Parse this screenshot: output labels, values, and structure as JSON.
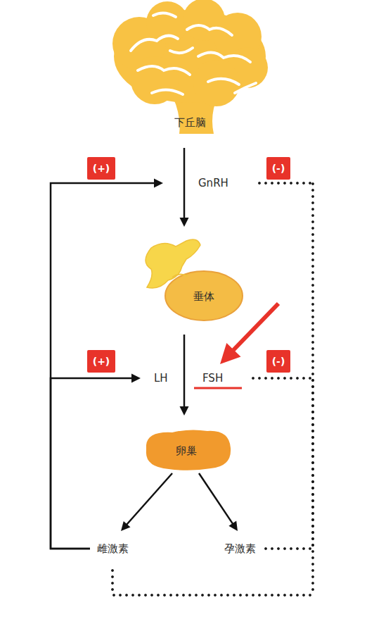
{
  "diagram": {
    "nodes": [
      {
        "text": [
          "下丘脑"
        ]
      },
      {
        "text": [
          "(+)"
        ]
      },
      {
        "text": [
          "GnRH"
        ]
      },
      {
        "text": [
          "(-)"
        ]
      },
      {
        "text": [
          "垂体"
        ]
      },
      {
        "text": [
          "(+)"
        ]
      },
      {
        "text": [
          "LH"
        ]
      },
      {
        "text": [
          "FSH"
        ]
      },
      {
        "text": [
          "(-)"
        ]
      },
      {
        "text": [
          "卵巢"
        ]
      },
      {
        "text": [
          "雌激素"
        ]
      },
      {
        "text": [
          "孕激素"
        ]
      }
    ],
    "edges": [
      {
        "from": 0,
        "to": 4,
        "arrow": "to"
      },
      {
        "from": 4,
        "to": 9,
        "arrow": "to"
      },
      {
        "from": 9,
        "to": 10,
        "arrow": "to"
      },
      {
        "from": 9,
        "to": 11,
        "arrow": "to"
      },
      {
        "from": 10,
        "to": 2,
        "arrow": "to"
      },
      {
        "from": 10,
        "to": 6,
        "arrow": "to"
      },
      {
        "from": 10,
        "to": 2,
        "arrow": "none"
      },
      {
        "from": 10,
        "to": 7,
        "arrow": "none"
      },
      {
        "from": 11,
        "to": 2,
        "arrow": "none"
      },
      {
        "from": 11,
        "to": 7,
        "arrow": "none"
      }
    ]
  }
}
